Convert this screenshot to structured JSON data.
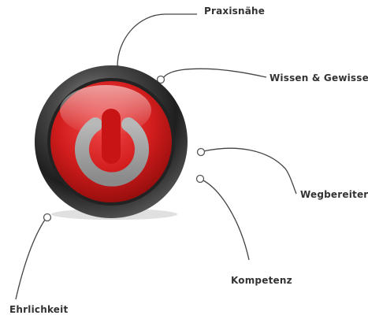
{
  "labels": {
    "praxisnaehe": "Praxisnähe",
    "wissen": "Wissen & Gewissen",
    "wegbereiter": "Wegbereiter",
    "kompetenz": "Kompetenz",
    "ehrlichkeit": "Ehrlichkeit"
  },
  "button": {
    "icon": "power-icon",
    "color": "#d81e1e",
    "ring_color": "#3a3a3a",
    "symbol_color": "#a9a9a9"
  },
  "connector_color": "#444444"
}
